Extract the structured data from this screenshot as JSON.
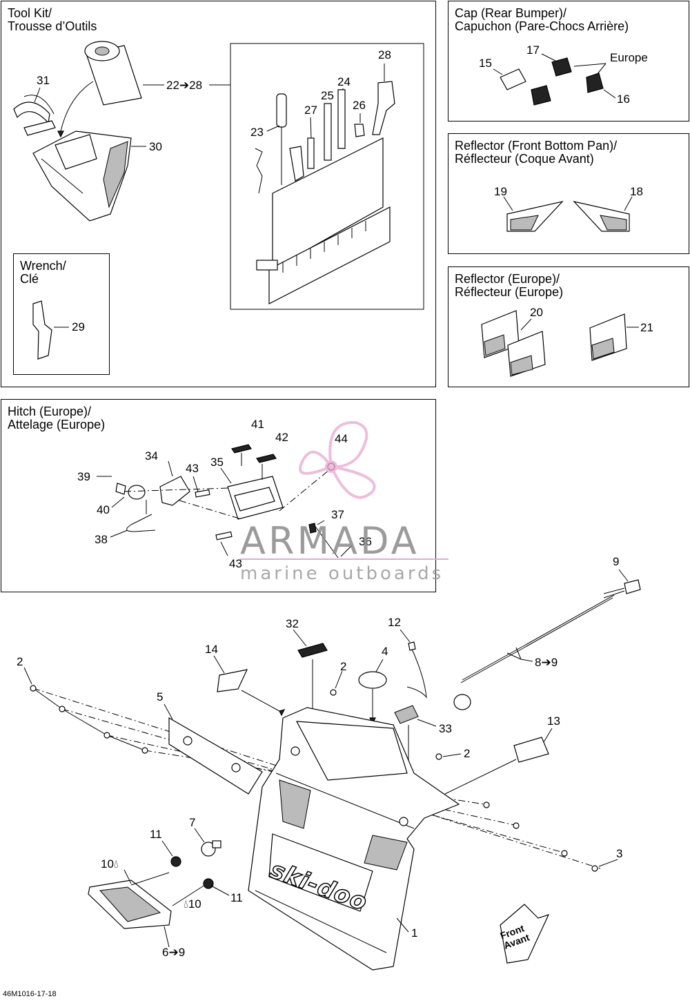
{
  "panels": {
    "tool_kit": "Tool Kit/\nTrousse d’Outils",
    "wrench": "Wrench/\nClé",
    "cap": "Cap (Rear Bumper)/\nCapuchon (Pare-Chocs Arrière)",
    "reflector_front": "Reflector (Front Bottom Pan)/\nRéflecteur (Coque Avant)",
    "reflector_europe": "Reflector (Europe)/\nRéflecteur (Europe)",
    "hitch": "Hitch (Europe)/\nAttelage (Europe)"
  },
  "callouts": {
    "c31": "31",
    "c22_28": "22➔28",
    "c30": "30",
    "c28": "28",
    "c24": "24",
    "c25": "25",
    "c26": "26",
    "c27": "27",
    "c23": "23",
    "c29": "29",
    "c17": "17",
    "c15": "15",
    "c16": "16",
    "europe": "Europe",
    "c19": "19",
    "c18": "18",
    "c20": "20",
    "c21": "21",
    "c41": "41",
    "c42": "42",
    "c44": "44",
    "c34": "34",
    "c43a": "43",
    "c35": "35",
    "c39": "39",
    "c40": "40",
    "c37": "37",
    "c38": "38",
    "c36": "36",
    "c43b": "43",
    "c9": "9",
    "c32": "32",
    "c12": "12",
    "c14": "14",
    "c4": "4",
    "c2a": "2",
    "c2b": "2",
    "c8_9": "8➔9",
    "c5": "5",
    "c33": "33",
    "c13": "13",
    "c2c": "2",
    "c7": "7",
    "c11a": "11",
    "c3": "3",
    "c10a": "10",
    "c11b": "11",
    "c10b": "10",
    "c1": "1",
    "c6_9": "6➔9"
  },
  "front_arrow": {
    "line1": "Front",
    "line2": "Avant"
  },
  "logo_text": "ski-doo",
  "watermark": {
    "brand": "ARMADA",
    "sub": "marine outboards"
  },
  "doc_id": "46M1016-17-18",
  "colors": {
    "watermark_pink": "#e8a7cf",
    "watermark_gray": "#8a8a8a"
  }
}
